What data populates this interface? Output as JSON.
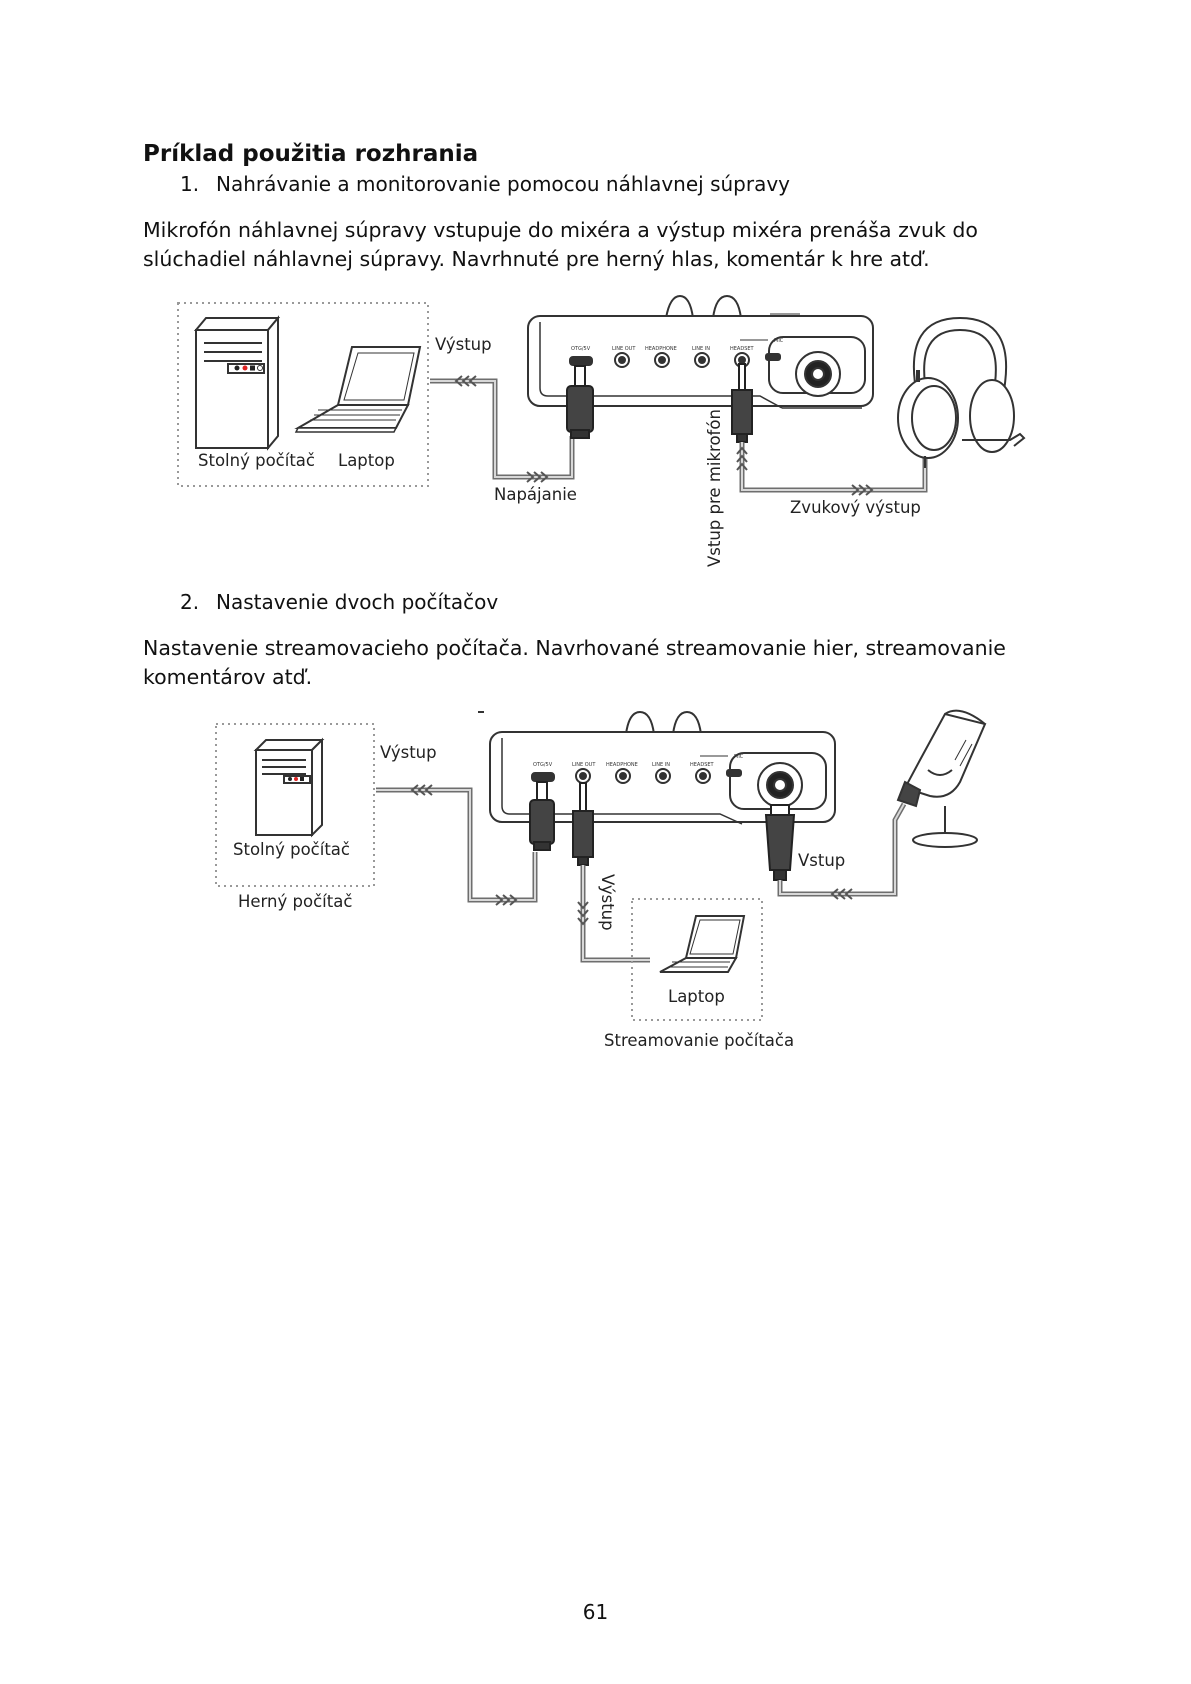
{
  "heading": "Príklad použitia rozhrania",
  "section1": {
    "number": "1.",
    "title": "Nahrávanie a monitorovanie pomocou náhlavnej súpravy",
    "paragraph_line1": "Mikrofón náhlavnej súpravy vstupuje do mixéra a výstup mixéra prenáša zvuk do",
    "paragraph_line2": "slúchadiel náhlavnej súpravy. Navrhnuté pre herný hlas, komentár k hre atď."
  },
  "diagram1": {
    "output_label": "Výstup",
    "desktop_label": "Stolný počítač",
    "laptop_label": "Laptop",
    "power_label": "Napájanie",
    "mic_input_label": "Vstup pre mikrofón",
    "audio_output_label": "Zvukový výstup"
  },
  "section2": {
    "number": "2.",
    "title": "Nastavenie dvoch počítačov",
    "paragraph_line1": "Nastavenie streamovacieho počítača. Navrhované streamovanie hier, streamovanie",
    "paragraph_line2": "komentárov atď."
  },
  "diagram2": {
    "output_label": "Výstup",
    "desktop_label": "Stolný počítač",
    "gaming_pc_label": "Herný počítač",
    "input_label": "Vstup",
    "output_vertical_label": "Výstup",
    "laptop_label": "Laptop",
    "streaming_pc_label": "Streamovanie počítača"
  },
  "mixer_ports": [
    "OTG/5V",
    "LINE OUT",
    "HEADPHONE",
    "LINE IN",
    "HEADSET"
  ],
  "page_number": "61"
}
